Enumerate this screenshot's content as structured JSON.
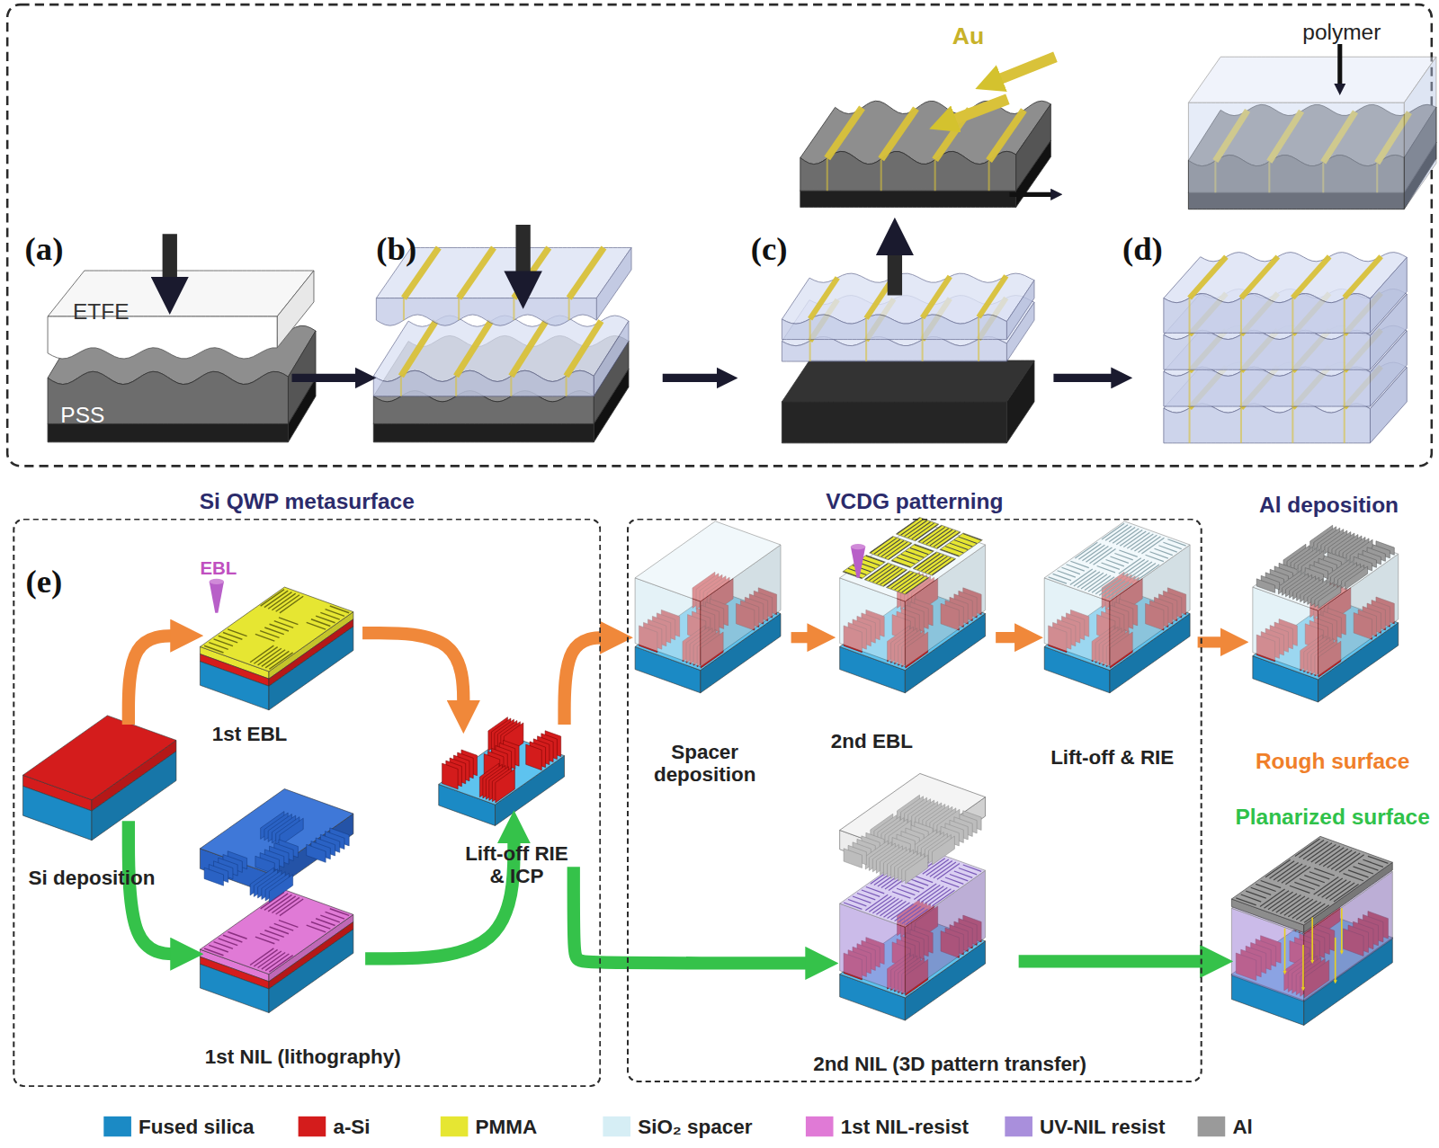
{
  "diagram": {
    "nodes": [
      {
        "text": [
          "Si QWP metasurface"
        ]
      },
      {
        "text": [
          "VCDG patterning"
        ]
      }
    ],
    "labels": [
      "(a)",
      "ETFE",
      "PSS",
      "(b)",
      "(c)",
      "Au",
      "(d)",
      "polymer",
      "(e)",
      "EBL",
      "1st EBL",
      "Si deposition",
      "1st NIL (lithography)",
      "Lift-off RIE & ICP",
      "Spacer deposition",
      "2nd EBL",
      "Lift-off & RIE",
      "Al deposition",
      "Rough surface",
      "Planarized surface",
      "2nd NIL (3D pattern transfer)"
    ],
    "legend": [
      {
        "text": "Fused silica",
        "color": "#1b8ac5"
      },
      {
        "text": "a-Si",
        "color": "#d41c1c"
      },
      {
        "text": "PMMA",
        "color": "#e6e632"
      },
      {
        "text": "SiO₂ spacer",
        "color": "#d6eef5"
      },
      {
        "text": "1st NIL-resist",
        "color": "#e07ad6"
      },
      {
        "text": "UV-NIL resist",
        "color": "#a98fdc"
      },
      {
        "text": "Al",
        "color": "#9a9a9a"
      }
    ]
  }
}
